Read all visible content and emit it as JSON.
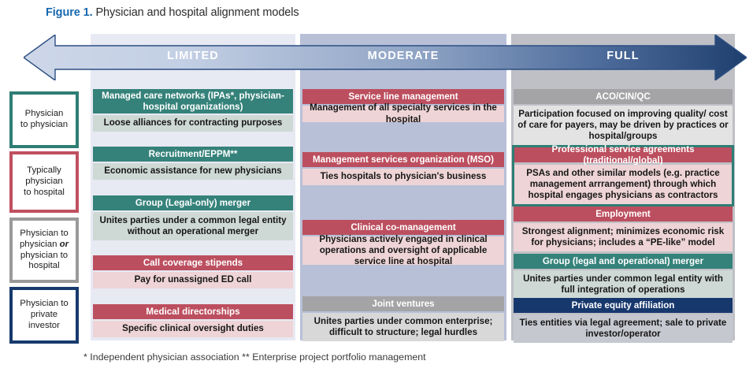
{
  "title": {
    "figure_label": "Figure 1.",
    "text": " Physician and hospital alignment models"
  },
  "axis": {
    "levels": [
      {
        "key": "limited",
        "label": "LIMITED"
      },
      {
        "key": "moderate",
        "label": "MODERATE"
      },
      {
        "key": "full",
        "label": "FULL"
      }
    ],
    "arrow_direction": "double",
    "gradient_from": "#cdd7e8",
    "gradient_to": "#1f3f6e"
  },
  "legend": [
    {
      "label_html": "Physician<br>to physician",
      "color": "#2e7e75"
    },
    {
      "label_html": "Typically<br>physician<br>to hospital",
      "color": "#c0505f"
    },
    {
      "label_html": "Physician to<br>physician <i>or</i><br>physician to<br>hospital",
      "color": "#9a9a9a"
    },
    {
      "label_html": "Physician to<br>private<br>investor",
      "color": "#173a6d"
    }
  ],
  "columns": {
    "limited": {
      "background": "#e7e9f3",
      "items": [
        {
          "header": "Managed care networks (IPAs*, physician-hospital organizations)",
          "description": "Loose alliances for contracting purposes",
          "type": "teal"
        },
        {
          "header": "Recruitment/EPPM**",
          "description": "Economic assistance for new physicians",
          "type": "teal"
        },
        {
          "header": "Group (Legal-only) merger",
          "description": "Unites parties under a common legal entity without an operational merger",
          "type": "teal"
        },
        {
          "header": "Call coverage stipends",
          "description": "Pay for unassigned ED call",
          "type": "red"
        },
        {
          "header": "Medical directorships",
          "description": "Specific clinical oversight duties",
          "type": "red"
        }
      ]
    },
    "moderate": {
      "background": "#b8c0d8",
      "items": [
        {
          "header": "Service line management",
          "description": "Management of all specialty services in the hospital",
          "type": "red"
        },
        {
          "header": "Management services organization (MSO)",
          "description": "Ties hospitals to physician's business",
          "type": "red"
        },
        {
          "header": "Clinical co-management",
          "description": "Physicians actively engaged in clinical operations and oversight of applicable service line at hospital",
          "type": "red"
        },
        {
          "header": "Joint ventures",
          "description": "Unites parties under common enterprise; difficult to structure; legal hurdles",
          "type": "gray"
        }
      ]
    },
    "full": {
      "background": "#bfc0c6",
      "items": [
        {
          "header": "ACO/CIN/QC",
          "description": "Participation focused on improving quality/ cost of care for payers, may be driven by practices or hospital/groups",
          "type": "gray"
        },
        {
          "header": "Professional service agreements (traditional/global)",
          "description": "PSAs and other similar models (e.g. practice management arrrangement) through which hospital engages physicians as contractors",
          "type": "red",
          "outlined": true
        },
        {
          "header": "Employment",
          "description": "Strongest alignment; minimizes economic risk for physicians; includes a “PE-like” model",
          "type": "red"
        },
        {
          "header": "Group (legal and operational) merger",
          "description": "Unites parties under common legal entity with full integration of operations",
          "type": "teal"
        },
        {
          "header": "Private equity affiliation",
          "description": "Ties entities via legal agreement; sale to private investor/operator",
          "type": "navy"
        }
      ]
    }
  },
  "footnote": "* Independent physician association  ** Enterprise project portfolio management"
}
